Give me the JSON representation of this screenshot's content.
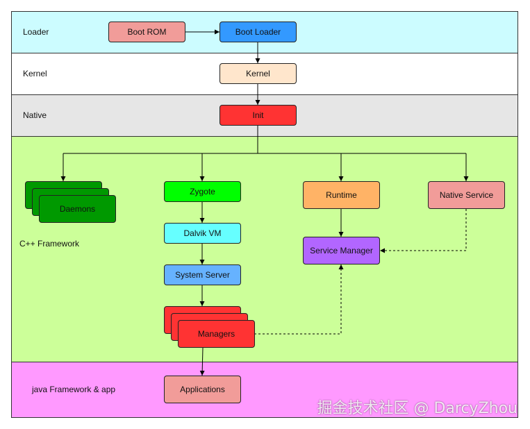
{
  "layers": {
    "loader": "Loader",
    "kernel": "Kernel",
    "native": "Native",
    "cpp_framework": "C++ Framework",
    "java_framework": "java Framework & app"
  },
  "nodes": {
    "boot_rom": "Boot ROM",
    "boot_loader": "Boot Loader",
    "kernel": "Kernel",
    "init": "Init",
    "daemons": "Daemons",
    "zygote": "Zygote",
    "dalvik_vm": "Dalvik VM",
    "system_server": "System Server",
    "managers": "Managers",
    "runtime": "Runtime",
    "native_service": "Native Service",
    "service_manager": "Service Manager",
    "applications": "Applications"
  },
  "colors": {
    "loader_band": "#ccfcff",
    "kernel_band": "#ffffff",
    "native_band": "#e6e6e6",
    "cpp_band": "#ccff99",
    "java_band": "#ff99ff",
    "boot_rom": "#f19c99",
    "boot_loader": "#3399ff",
    "kernel": "#ffe6cc",
    "init": "#ff3333",
    "daemons": "#009900",
    "zygote": "#00ff00",
    "dalvik_vm": "#66ffff",
    "system_server": "#66b2ff",
    "managers": "#ff3333",
    "runtime": "#ffb366",
    "native_service": "#f19c99",
    "service_manager": "#b266ff",
    "applications": "#f19c99"
  },
  "watermark": "掘金技术社区 @ DarcyZhou"
}
